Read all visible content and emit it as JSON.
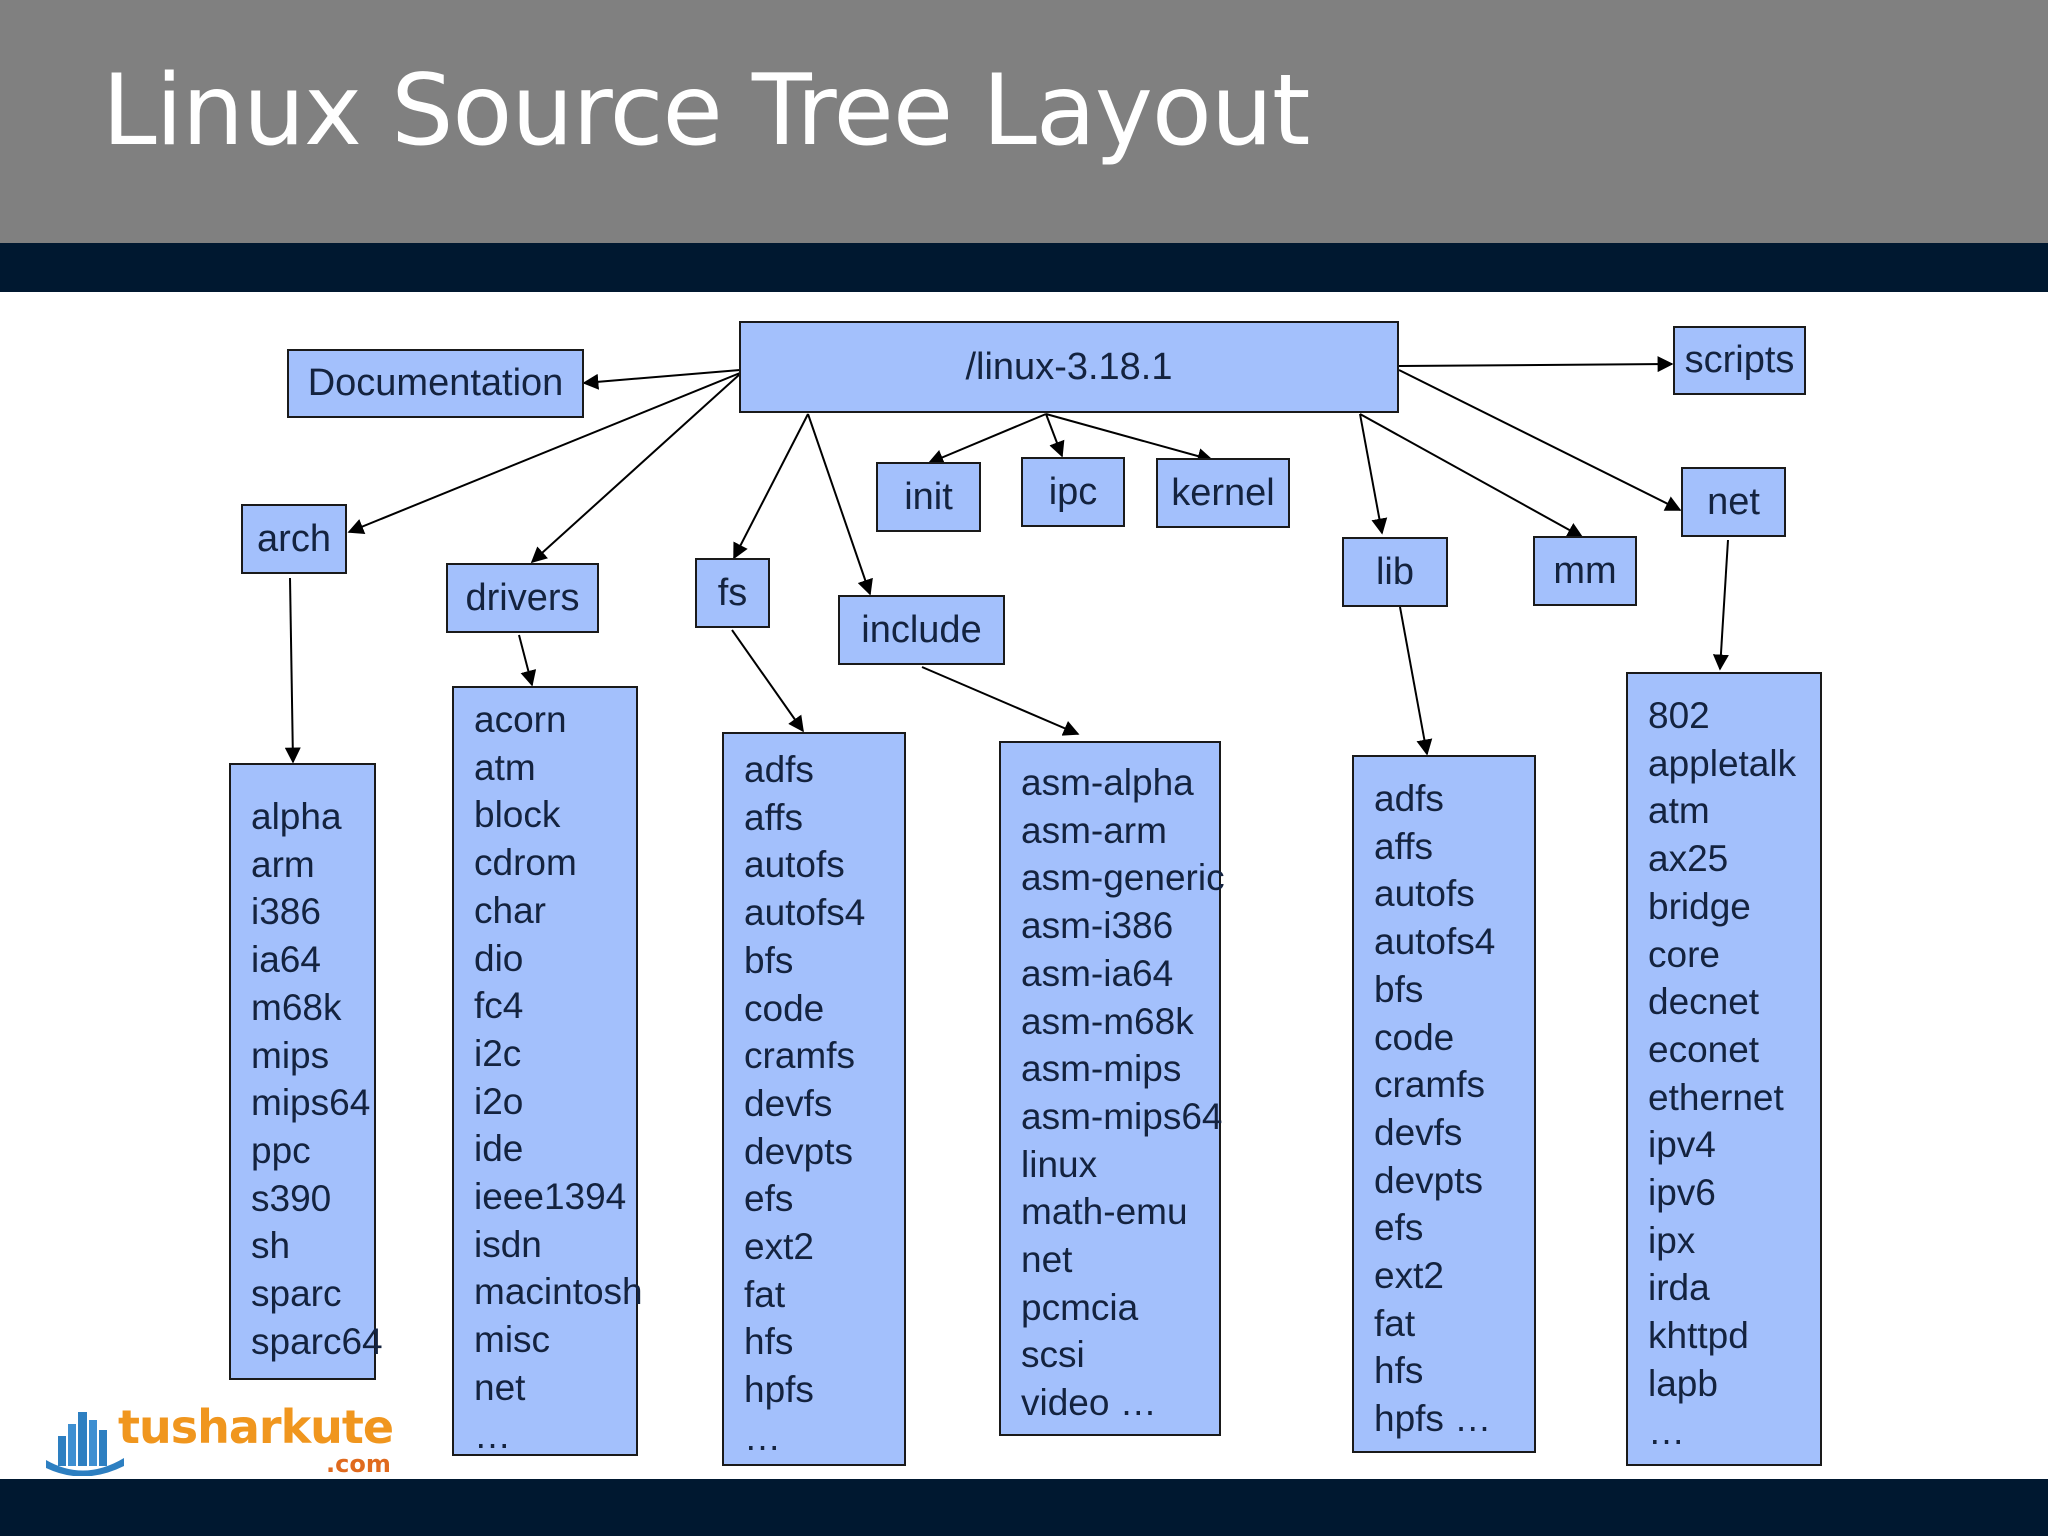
{
  "slide": {
    "title": "Linux Source Tree Layout"
  },
  "diagram": {
    "root": "/linux-3.18.1",
    "documentation": "Documentation",
    "scripts": "scripts",
    "init": "init",
    "ipc": "ipc",
    "kernel": "kernel",
    "net": "net",
    "mm": "mm",
    "lib": "lib",
    "include": "include",
    "fs": "fs",
    "drivers": "drivers",
    "arch": "arch"
  },
  "lists": {
    "arch": [
      "alpha",
      "arm",
      "i386",
      "ia64",
      "m68k",
      "mips",
      "mips64",
      "ppc",
      "s390",
      "sh",
      "sparc",
      "sparc64"
    ],
    "drivers": [
      "acorn",
      "atm",
      "block",
      "cdrom",
      "char",
      "dio",
      "fc4",
      "i2c",
      "i2o",
      "ide",
      "ieee1394",
      "isdn",
      "macintosh",
      "misc",
      "net",
      "…"
    ],
    "fs": [
      "adfs",
      "affs",
      "autofs",
      "autofs4",
      "bfs",
      "code",
      "cramfs",
      "devfs",
      "devpts",
      "efs",
      "ext2",
      "fat",
      "hfs",
      "hpfs",
      "…"
    ],
    "include": [
      "asm-alpha",
      "asm-arm",
      "asm-generic",
      "asm-i386",
      "asm-ia64",
      "asm-m68k",
      "asm-mips",
      "asm-mips64",
      "linux",
      "math-emu",
      "net",
      "pcmcia",
      "scsi",
      "video …"
    ],
    "lib": [
      "adfs",
      "affs",
      "autofs",
      "autofs4",
      "bfs",
      "code",
      "cramfs",
      "devfs",
      "devpts",
      "efs",
      "ext2",
      "fat",
      "hfs",
      "hpfs …"
    ],
    "net": [
      "802",
      "appletalk",
      "atm",
      "ax25",
      "bridge",
      "core",
      "decnet",
      "econet",
      "ethernet",
      "ipv4",
      "ipv6",
      "ipx",
      "irda",
      "khttpd",
      "lapb",
      "…"
    ]
  },
  "logo": {
    "brand": "tusharkute",
    "suffix": ".com"
  },
  "colors": {
    "header": "#808080",
    "bar": "#001830",
    "box": "#a3c0fc",
    "text": "#14233f",
    "logo_blue": "#2d7fc1",
    "logo_orange": "#f0961e"
  }
}
